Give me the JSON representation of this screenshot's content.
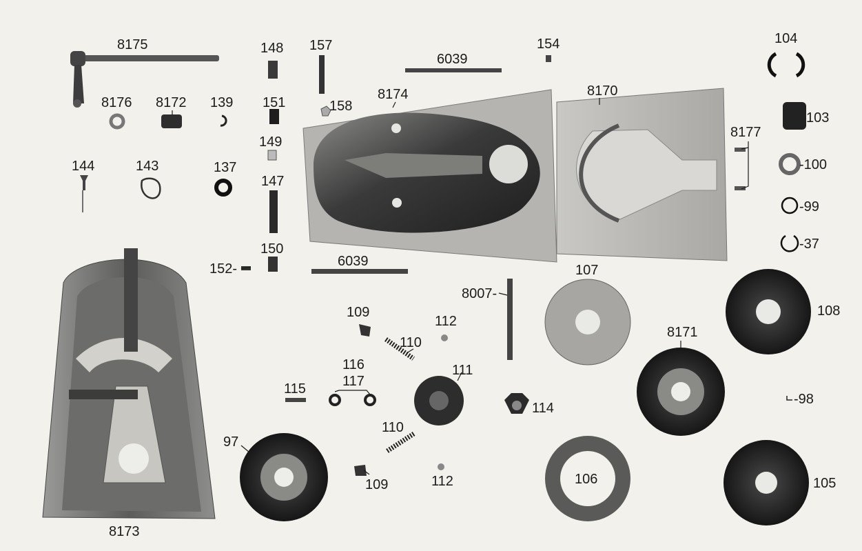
{
  "diagram": {
    "labels": [
      "8175",
      "148",
      "157",
      "6039",
      "154",
      "104",
      "8176",
      "8172",
      "139",
      "151",
      "158",
      "8174",
      "8170",
      "103",
      "149",
      "8177",
      "144",
      "143",
      "137",
      "147",
      "-100",
      "-99",
      "-37",
      "152-",
      "150",
      "6039",
      "107",
      "109",
      "112",
      "8007-",
      "108",
      "110",
      "8171",
      "116",
      "117",
      "111",
      "115",
      "114",
      "-98",
      "110",
      "97",
      "106",
      "105",
      "109",
      "112",
      "8173"
    ],
    "colors": {
      "paper": "#f2f1ec",
      "metal_dark": "#2a2a2a",
      "metal_mid": "#6e6e6e",
      "metal_light": "#b9b9b6",
      "ink": "#1b1b1b"
    }
  }
}
